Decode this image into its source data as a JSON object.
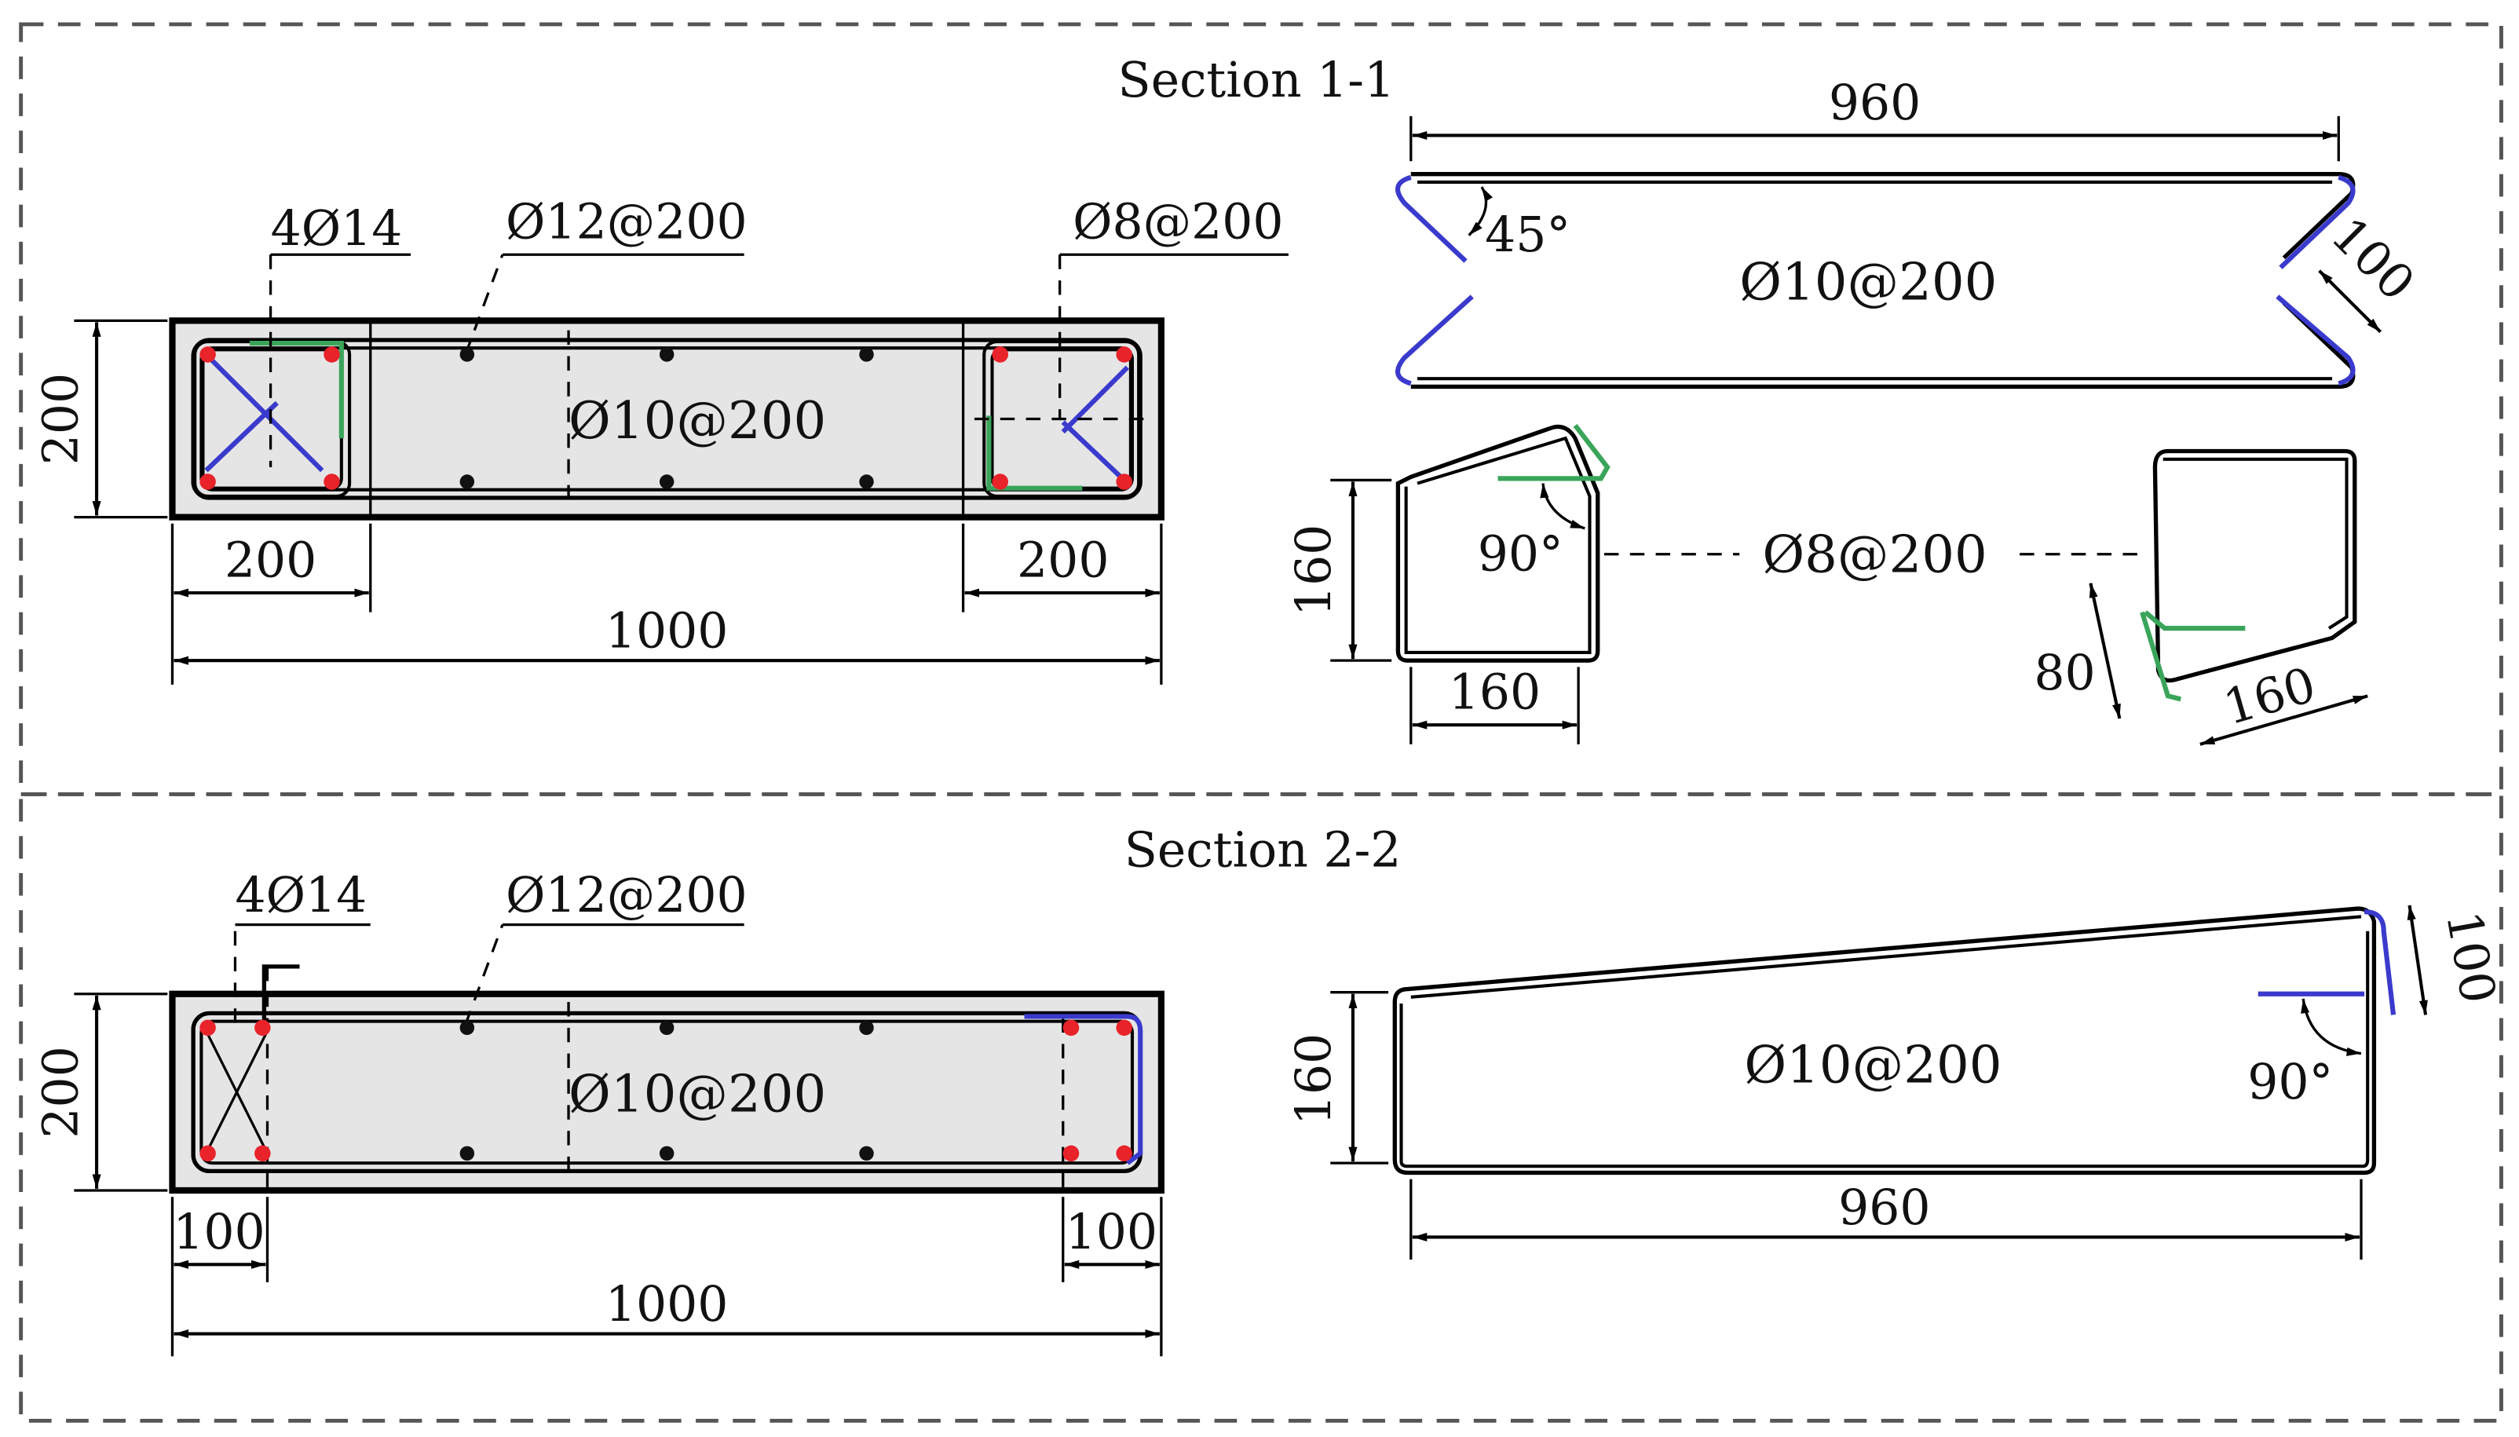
{
  "colors": {
    "corner_bar": "#e8232a",
    "web_bar": "#111111",
    "blue_tie": "#3a3acd",
    "green_stirrup": "#3aa55a",
    "concrete": "#e5e5e5"
  },
  "section1": {
    "title": "Section 1-1",
    "corner_bar_label": "4Ø14",
    "web_bar_label": "Ø12@200",
    "hoop_label_right": "Ø8@200",
    "inner_label": "Ø10@200",
    "dim_height": "200",
    "dim_left_zone": "200",
    "dim_right_zone": "200",
    "dim_total": "1000"
  },
  "section2": {
    "title": "Section 2-2",
    "corner_bar_label": "4Ø14",
    "web_bar_label": "Ø12@200",
    "inner_label": "Ø10@200",
    "dim_height": "200",
    "dim_left_zone": "100",
    "dim_right_zone": "100",
    "dim_total": "1000"
  },
  "detail_long_tie": {
    "dim_length": "960",
    "angle": "45°",
    "label": "Ø10@200",
    "dim_hook": "100"
  },
  "detail_stirrups": {
    "label": "Ø8@200",
    "left_height": "160",
    "left_width": "160",
    "left_angle": "90°",
    "right_hook": "80",
    "right_width": "160"
  },
  "detail_hoop": {
    "dim_height": "160",
    "label": "Ø10@200",
    "angle": "90°",
    "dim_hook": "100",
    "dim_length": "960"
  }
}
